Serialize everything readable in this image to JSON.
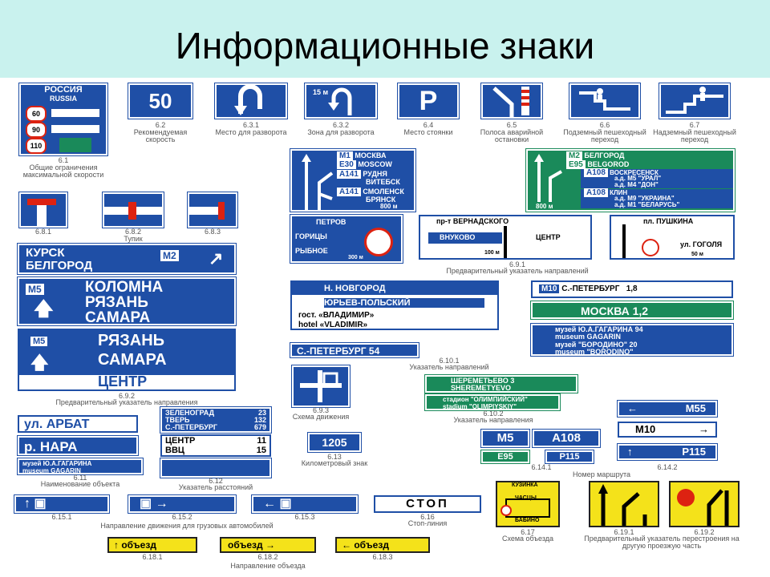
{
  "title": "Информационные знаки",
  "signs": {
    "s61": {
      "country": "РОССИЯ",
      "country_en": "RUSSIA",
      "limits": [
        "60",
        "90",
        "110"
      ],
      "code": "6.1",
      "cap": "Общие ограничения максимальной скорости"
    },
    "s62": {
      "value": "50",
      "code": "6.2",
      "cap": "Рекомендуемая скорость"
    },
    "s631": {
      "code": "6.3.1",
      "cap": "Место для разворота"
    },
    "s632": {
      "dist": "15 м",
      "code": "6.3.2",
      "cap": "Зона для разворота"
    },
    "s64": {
      "letter": "P",
      "code": "6.4",
      "cap": "Место стоянки"
    },
    "s65": {
      "code": "6.5",
      "cap": "Полоса аварийной остановки"
    },
    "s66": {
      "code": "6.6",
      "cap": "Подземный пешеходный переход"
    },
    "s67": {
      "code": "6.7",
      "cap": "Надземный пешеходный переход"
    },
    "s681": {
      "code": "6.8.1"
    },
    "s682": {
      "code": "6.8.2",
      "cap": "Тупик"
    },
    "s683": {
      "code": "6.8.3"
    },
    "dir1": {
      "r1_plate": "M1",
      "r1_city": "МОСКВА",
      "r1_plate2": "E30",
      "r1_city_en": "MOSCOW",
      "r2_plate": "A141",
      "r2_city": "РУДНЯ",
      "r2_city2": "ВИТЕБСК",
      "r3_plate": "A141",
      "r3_city": "СМОЛЕНСК",
      "r3_city2": "БРЯНСК",
      "dist": "800 м"
    },
    "dir2": {
      "r1_plate": "M2",
      "r1_city": "БЕЛГОРОД",
      "r1_plate2": "E95",
      "r1_city_en": "BELGOROD",
      "r2_plate": "A108",
      "r2_city": "ВОСКРЕСЕНСК",
      "r2_city2": "а.д. М5 \"УРАЛ\"",
      "r2_city3": "а.д. М4 \"ДОН\"",
      "r3_plate": "A108",
      "r3_city": "КЛИН",
      "r3_city2": "а.д. М9 \"УКРАИНА\"",
      "r3_city3": "а.д. М1 \"БЕЛАРУСЬ\"",
      "dist": "800 м"
    },
    "dir3": {
      "l1": "ПЕТРОВ",
      "l2": "ГОРИЦЫ",
      "l3": "РЫБНОЕ",
      "dist": "300 м"
    },
    "dir4": {
      "top": "пр-т ВЕРНАДСКОГО",
      "left": "ВНУКОВО",
      "right": "ЦЕНТР",
      "dist": "100 м"
    },
    "dir5": {
      "top": "пл. ПУШКИНА",
      "right": "ул. ГОГОЛЯ",
      "dist": "50 м"
    },
    "c691": {
      "code": "6.9.1",
      "cap": "Предварительный указатель направлений"
    },
    "kursk": {
      "l1": "КУРСК",
      "l2": "БЕЛГОРОД",
      "plate": "M2"
    },
    "kolomna": {
      "plate": "M5",
      "l1": "КОЛОМНА",
      "l2": "РЯЗАНЬ",
      "l3": "САМАРА"
    },
    "ryazan": {
      "plate": "M5",
      "l1": "РЯЗАНЬ",
      "l2": "САМАРА",
      "l3": "ЦЕНТР"
    },
    "c692": {
      "code": "6.9.2",
      "cap": "Предварительный указатель направления"
    },
    "s610a": {
      "r1": "Н. НОВГОРОД",
      "r2": "ЮРЬЕВ-ПОЛЬСКИЙ",
      "r3": "гост. «ВЛАДИМИР»",
      "r4": "hotel «VLADIMIR»",
      "r5": "С.-ПЕТЕРБУРГ 54"
    },
    "s610b": {
      "plate": "M10",
      "city": "С.-ПЕТЕРБУРГ",
      "dist": "1,8",
      "city2": "МОСКВА",
      "dist2": "1,2",
      "m1": "музей Ю.А.ГАГАРИНА",
      "m1en": "museum GAGARIN",
      "m1d": "94",
      "m2": "музей \"БОРОДИНО\"",
      "m2en": "museum \"BORODINO\"",
      "m2d": "20"
    },
    "c6101": {
      "code": "6.10.1",
      "cap": "Указатель направлений"
    },
    "s6102": {
      "l1": "ШЕРЕМЕТЬЕВО",
      "l1en": "SHEREMETYEVO",
      "l1d": "3",
      "l2": "стадион \"ОЛИМПИЙСКИЙ\"",
      "l2en": "stadium \"OLIMPIYSKIY\"",
      "code": "6.10.2",
      "cap": "Указатель направления"
    },
    "s693": {
      "code": "6.9.3",
      "cap": "Схема движения"
    },
    "arbat": {
      "text": "ул. АРБАТ"
    },
    "nara": {
      "text": "р. НАРА"
    },
    "museum": {
      "l1": "музей Ю.А.ГАГАРИНА",
      "l2": "museum GAGARIN"
    },
    "c611": {
      "code": "6.11",
      "cap": "Наименование объекта"
    },
    "s612": {
      "r1": "ЗЕЛЕНОГРАД",
      "r1d": "23",
      "r2": "ТВЕРЬ",
      "r2d": "132",
      "r3": "С.-ПЕТЕРБУРГ",
      "r3d": "679",
      "r4": "ЦЕНТР",
      "r4d": "11",
      "r5": "ВВЦ",
      "r5d": "15",
      "code": "6.12",
      "cap": "Указатель расстояний"
    },
    "s613": {
      "value": "1205",
      "code": "6.13",
      "cap": "Километровый знак"
    },
    "s6141": {
      "p1": "M5",
      "p2": "A108",
      "p3": "E95",
      "p4": "P115",
      "code": "6.14.1"
    },
    "s6142": {
      "p1": "M55",
      "p2": "M10",
      "p3": "P115",
      "code": "6.14.2"
    },
    "c614": {
      "cap": "Номер маршрута"
    },
    "s6151": {
      "code": "6.15.1"
    },
    "s6152": {
      "code": "6.15.2"
    },
    "s6153": {
      "code": "6.15.3"
    },
    "c615": {
      "cap": "Направление движения для грузовых автомобилей"
    },
    "s616": {
      "text": "СТОП",
      "code": "6.16",
      "cap": "Стоп-линия"
    },
    "s617": {
      "l1": "КУЗИНКА",
      "l2": "ЧАСЦЫ",
      "l3": "БАБИНО",
      "code": "6.17",
      "cap": "Схема объезда"
    },
    "s6191": {
      "code": "6.19.1"
    },
    "s6192": {
      "code": "6.19.2"
    },
    "c619": {
      "cap": "Предварительный указатель перестроения на другую проезжую часть"
    },
    "s618": {
      "word": "объезд",
      "c1": "6.18.1",
      "c2": "6.18.2",
      "c3": "6.18.3",
      "cap": "Направление объезда"
    }
  }
}
